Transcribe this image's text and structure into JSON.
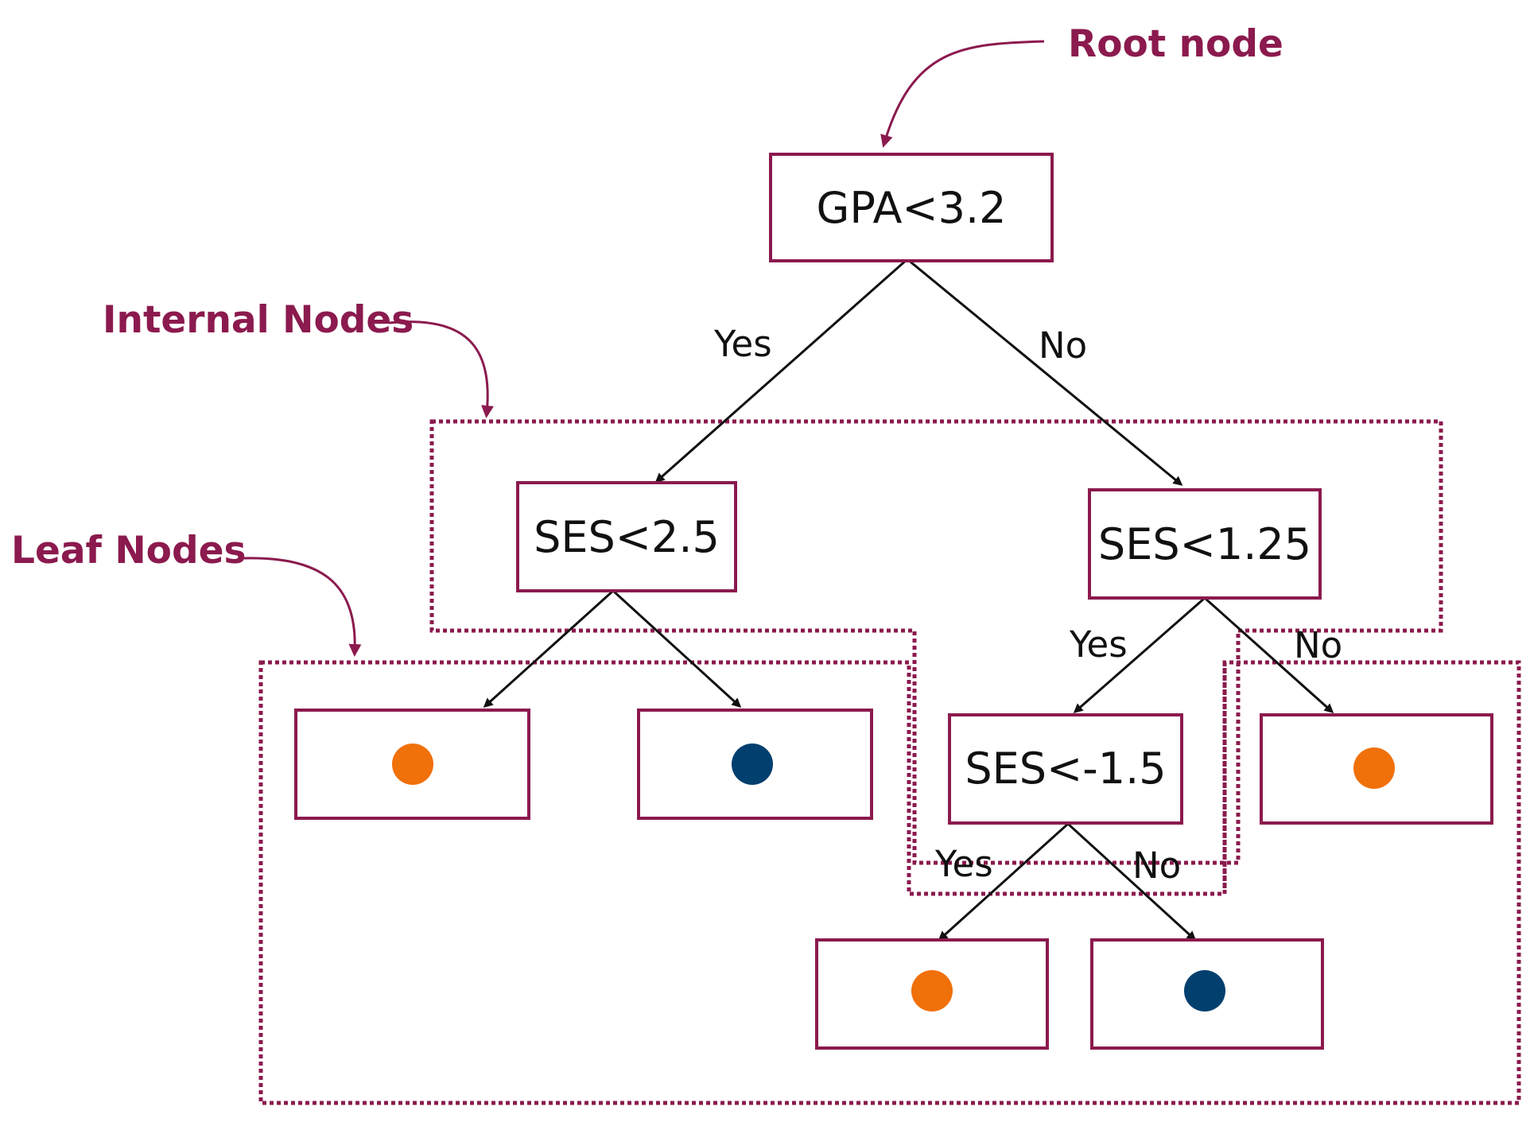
{
  "annotations": {
    "root": "Root node",
    "internal": "Internal Nodes",
    "leaf": "Leaf Nodes"
  },
  "nodes": {
    "root": "GPA<3.2",
    "left_internal": "SES<2.5",
    "right_internal": "SES<1.25",
    "lower_internal": "SES<-1.5"
  },
  "edges": {
    "root_yes": "Yes",
    "root_no": "No",
    "right_yes": "Yes",
    "right_no": "No",
    "lower_yes": "Yes",
    "lower_no": "No"
  },
  "leaves": [
    {
      "class": "orange"
    },
    {
      "class": "navy"
    },
    {
      "class": "orange"
    },
    {
      "class": "orange"
    },
    {
      "class": "navy"
    }
  ],
  "colors": {
    "accent": "#8b1a4e",
    "orange": "#f0700a",
    "navy": "#003f6e",
    "line": "#111111"
  }
}
